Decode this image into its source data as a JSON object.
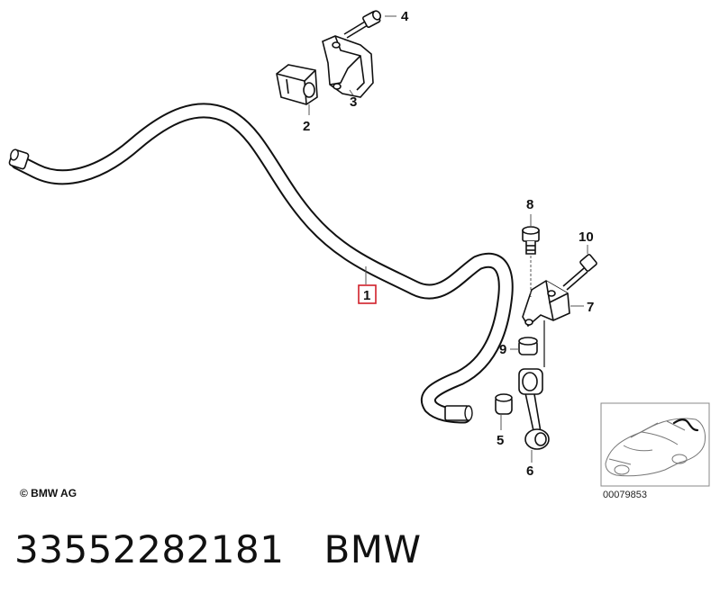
{
  "diagram": {
    "callouts": [
      {
        "id": "1",
        "label": "1",
        "highlighted": true
      },
      {
        "id": "2",
        "label": "2"
      },
      {
        "id": "3",
        "label": "3"
      },
      {
        "id": "4",
        "label": "4"
      },
      {
        "id": "5",
        "label": "5"
      },
      {
        "id": "6",
        "label": "6"
      },
      {
        "id": "7",
        "label": "7"
      },
      {
        "id": "8",
        "label": "8"
      },
      {
        "id": "9",
        "label": "9"
      },
      {
        "id": "10",
        "label": "10"
      }
    ],
    "copyright": "© BMW AG",
    "drawing_number": "00079853",
    "highlight_color": "#d0202a"
  },
  "caption": {
    "part_number": "33552282181",
    "brand": "BMW"
  }
}
